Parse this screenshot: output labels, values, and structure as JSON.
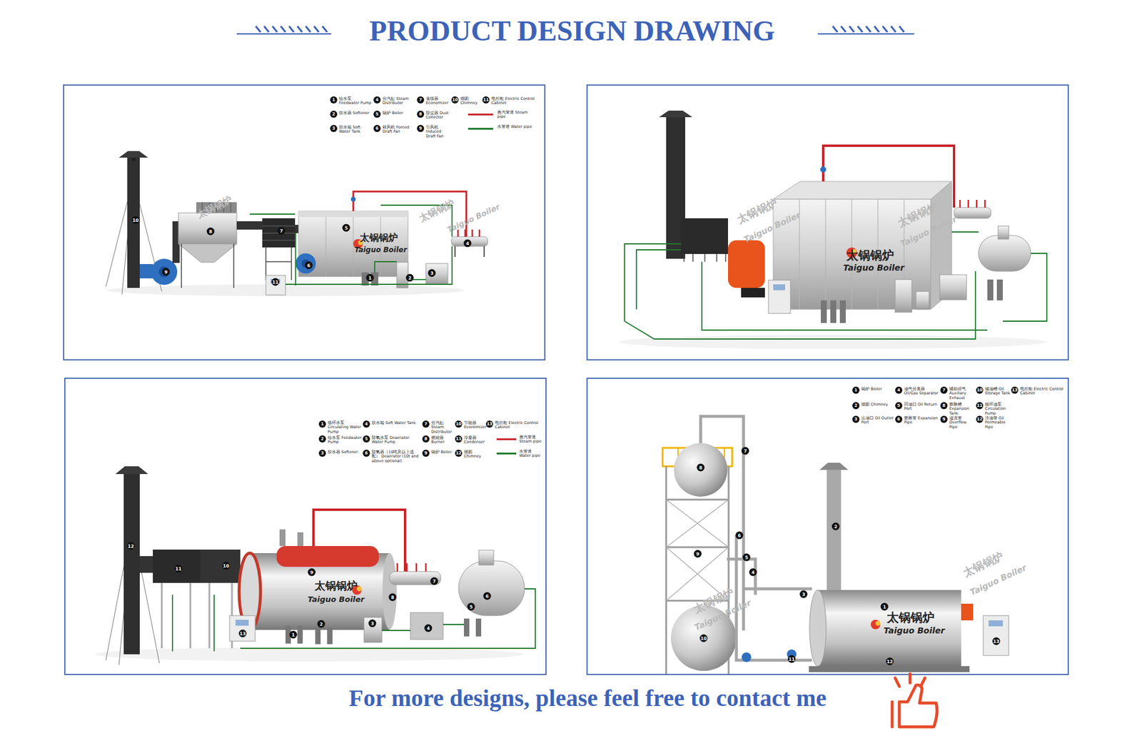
{
  "diagram": {
    "title": "PRODUCT DESIGN DRAWING",
    "caption": "For more designs, please feel free to contact me",
    "labels": [
      "1",
      "给水泵 Feedwater Pump",
      "2",
      "软水器 Softener",
      "3",
      "软水箱 Soft Water Tank",
      "4",
      "分汽缸 Steam Distributor",
      "5",
      "锅炉 Boiler",
      "6",
      "鼓风机 Forced Draft Fan",
      "7",
      "省煤器 Economizer",
      "8",
      "除尘器 Dust Collector",
      "9",
      "引风机 Induced Draft Fan",
      "10",
      "烟囱 Chimney",
      "11",
      "电控柜 Electric Control Cabinet",
      "1",
      "循环水泵 Circulating Water Pump",
      "2",
      "给水泵 Feedwater Pump",
      "3",
      "软水器 Softener",
      "4",
      "软水箱 Soft Water Tank",
      "5",
      "除氧水泵 Deaerator Water Pump",
      "6",
      "除氧器（10吨及以上选配） Deaerator (10t and above optional)",
      "7",
      "分汽缸 Steam Distributor",
      "8",
      "燃烧器 Burner",
      "9",
      "锅炉 Boiler",
      "10",
      "节能器 Economizer",
      "11",
      "冷凝器 Condenser",
      "12",
      "烟囱 Chimney",
      "13",
      "电控柜 Electric Control Cabinet",
      "1",
      "锅炉 Boiler",
      "2",
      "烟囱 Chimney",
      "3",
      "出油口 Oil Outlet Port",
      "4",
      "油气分离器 Oil/Gas Separator",
      "5",
      "回油口 Oil Return Port",
      "6",
      "膨胀管 Expansion Pipe",
      "7",
      "辅助排气 Auxiliary Exhaust",
      "8",
      "膨胀槽 Expansion Tank",
      "9",
      "溢流管 Overflow Pipe",
      "10",
      "储油槽 Oil Storage Tank",
      "11",
      "循环油泵 Circulation Pump",
      "12",
      "注油管 Oil Permeable Pipe",
      "13",
      "电控柜 Electric Control Cabinet",
      "10",
      "8",
      "9",
      "7",
      "5",
      "6",
      "11",
      "1",
      "2",
      "3",
      "4",
      "12",
      "11",
      "10",
      "9",
      "8",
      "7",
      "6",
      "5",
      "4",
      "3",
      "2",
      "1",
      "13",
      "8",
      "7",
      "6",
      "9",
      "5",
      "4",
      "3",
      "2",
      "1",
      "10",
      "11",
      "12",
      "13",
      "太锅锅炉",
      "Taiguo Boiler",
      "太锅锅炉",
      "太锅锅炉",
      "Taiguo Boiler",
      "太锅锅炉",
      "Taiguo Boiler",
      "太锅锅炉",
      "Taiguo Boiler",
      "太锅锅炉",
      "Taiguo Boiler",
      "太锅锅炉",
      "Taiguo Boiler",
      "太锅锅炉",
      "Taiguo Boiler",
      "太锅锅炉",
      "Taiguo Boiler",
      "太锅锅炉",
      "Taiguo Boiler"
    ],
    "legend": [
      {
        "text": "蒸汽管道 Steam pipe"
      },
      {
        "text": "水管道 Water pipe"
      },
      {
        "text": "蒸汽管道 Steam pipe"
      },
      {
        "text": "水管道 Water pipe"
      }
    ]
  }
}
